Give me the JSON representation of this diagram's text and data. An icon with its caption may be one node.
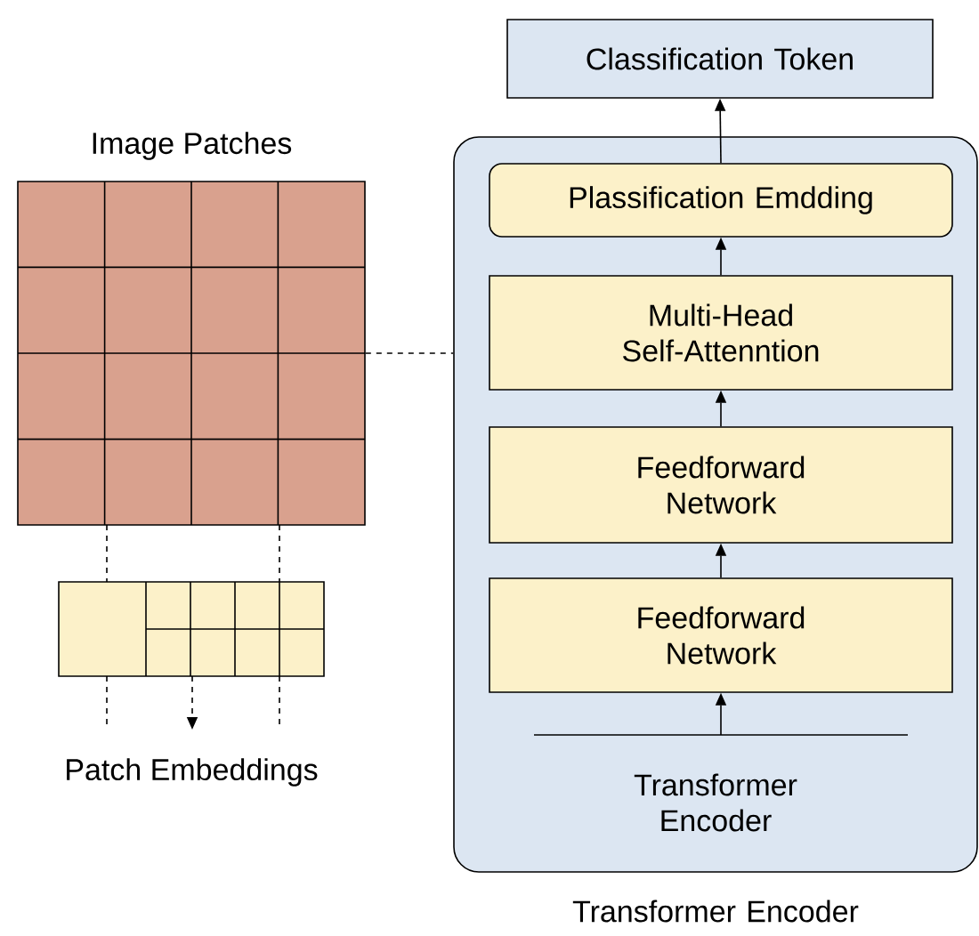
{
  "diagram": {
    "nodes": [
      {
        "text": [
          "Classification Token"
        ]
      },
      {
        "text": [
          "Transformer Encoder"
        ],
        "beside": [
          "Transformer Encoder"
        ]
      },
      {
        "text": [
          "Plassification Emdding"
        ],
        "in": 1
      },
      {
        "text": [
          "Multi-Head Self-Attenntion"
        ],
        "in": 1
      },
      {
        "text": [
          "Feedforward Network"
        ],
        "in": 1
      },
      {
        "text": [
          "Feedforward Network"
        ],
        "in": 1
      },
      {
        "text": [
          "Image Patches"
        ]
      },
      {
        "text": [],
        "shape": "box"
      },
      {
        "text": [
          "Patch Embeddings"
        ]
      }
    ],
    "edges": [
      {
        "from": 2,
        "to": 0,
        "arrow": "to"
      },
      {
        "from": 3,
        "to": 2,
        "arrow": "to"
      },
      {
        "from": 4,
        "to": 3,
        "arrow": "to"
      },
      {
        "from": 5,
        "to": 4,
        "arrow": "to"
      },
      {
        "from": null,
        "to": 5,
        "arrow": "to"
      },
      {
        "from": 6,
        "to": 1,
        "arrow": "none",
        "style": "dashed"
      },
      {
        "from": 6,
        "to": 7,
        "arrow": "none",
        "style": "dashed"
      },
      {
        "from": 6,
        "to": 7,
        "arrow": "none",
        "style": "dashed"
      },
      {
        "from": 7,
        "to": 8,
        "arrow": "none",
        "style": "dashed"
      },
      {
        "from": 7,
        "to": 8,
        "arrow": "to",
        "style": "dashed"
      },
      {
        "from": 7,
        "to": 8,
        "arrow": "none",
        "style": "dashed"
      }
    ]
  }
}
